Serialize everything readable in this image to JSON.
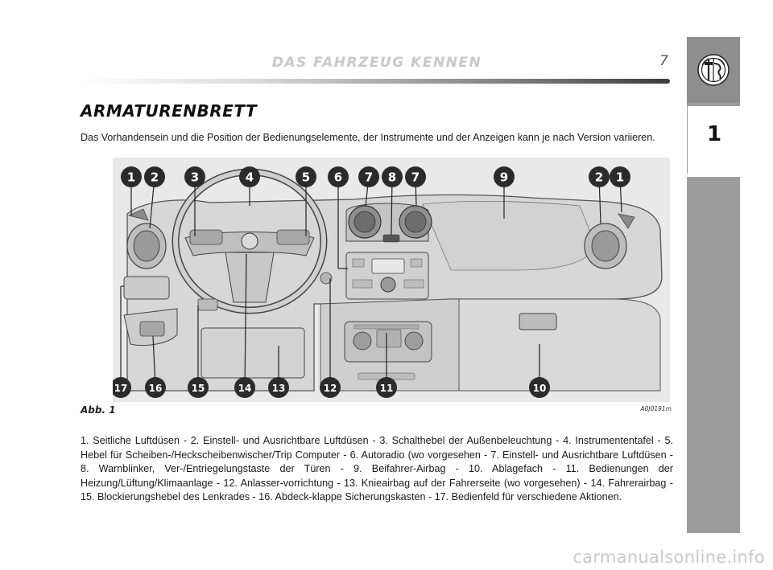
{
  "header": {
    "title": "DAS FAHRZEUG KENNEN",
    "page_number": "7"
  },
  "side_tab": {
    "logo_icon": "alfa-romeo-badge-icon",
    "chapter": "1"
  },
  "section": {
    "heading": "ARMATURENBRETT",
    "intro": "Das Vorhandensein und die Position der Bedienungselemente, der Instrumente und der Anzeigen kann je nach Version variieren."
  },
  "figure": {
    "caption": "Abb. 1",
    "code": "A0J0191m",
    "callouts": [
      "1",
      "2",
      "3",
      "4",
      "5",
      "6",
      "7",
      "8",
      "7",
      "9",
      "2",
      "1",
      "17",
      "16",
      "15",
      "14",
      "13",
      "12",
      "11",
      "10"
    ]
  },
  "legend": "1. Seitliche Luftdüsen - 2. Einstell- und Ausrichtbare Luftdüsen - 3. Schalthebel der Außenbeleuchtung - 4. Instrumententafel - 5. Hebel für Scheiben-/Heckscheibenwischer/Trip Computer - 6. Autoradio (wo vorgesehen - 7. Einstell- und Ausrichtbare Luftdüsen - 8. Warnblinker, Ver-/Entriegelungstaste der Türen - 9. Beifahrer-Airbag - 10. Ablagefach - 11. Bedienungen der Heizung/Lüftung/Klimaanlage - 12. Anlasser-vorrichtung - 13. Knieairbag auf der Fahrerseite (wo vorgesehen) - 14. Fahrerairbag - 15. Blockierungshebel des Lenkrades - 16. Abdeck-klappe Sicherungskasten - 17. Bedienfeld für verschiedene Aktionen.",
  "watermark": "carmanualsonline.info",
  "colors": {
    "tab_gray": "#9c9c9c",
    "header_title": "#c8c8c8",
    "callout_fill": "#2b2b2b",
    "figure_bg": "#e9e9e9"
  }
}
